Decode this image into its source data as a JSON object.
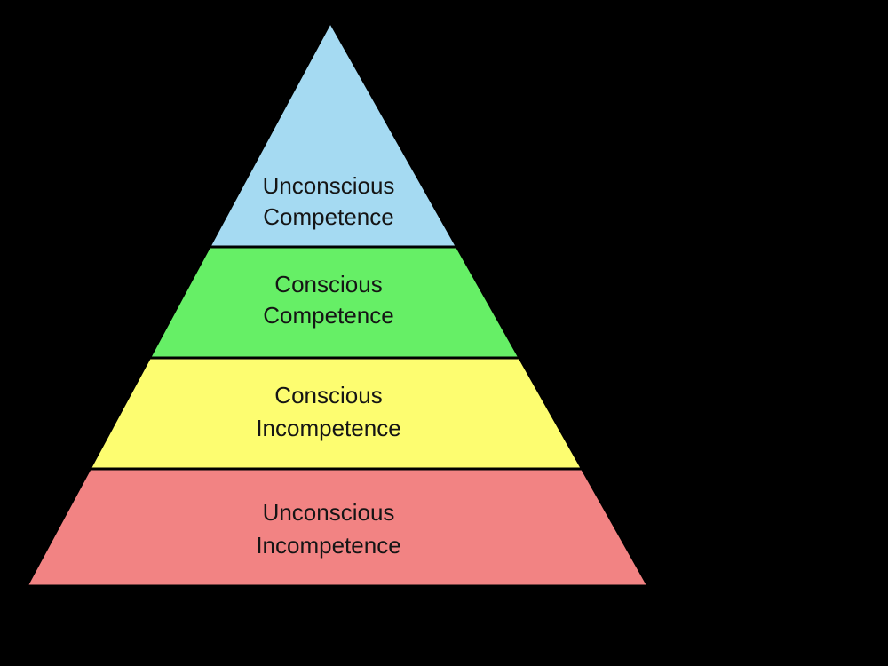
{
  "canvas": {
    "background": "#000000"
  },
  "pyramid": {
    "levels": [
      {
        "line1": "Unconscious",
        "line2": "Competence",
        "color": "#a5daf2"
      },
      {
        "line1": "Conscious",
        "line2": "Competence",
        "color": "#66ef66"
      },
      {
        "line1": "Conscious",
        "line2": "Incompetence",
        "color": "#fdfd70"
      },
      {
        "line1": "Unconscious",
        "line2": "Incompetence",
        "color": "#f28383"
      }
    ]
  }
}
